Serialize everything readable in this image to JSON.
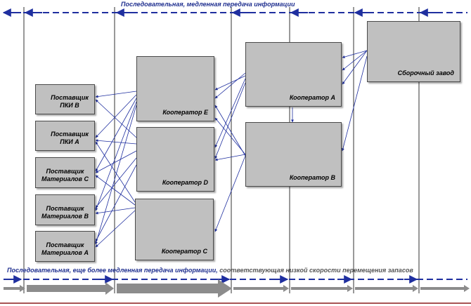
{
  "top_banner": "Последовательная,  медленная передача информации",
  "bottom_banner": {
    "part1": "Последовательная, еще более медленная передача информации,",
    "part2": " соответствующая  низкой скорости  перемещения запасов"
  },
  "boxes": {
    "supplier_pki_b": "Поставщик\nПКИ В",
    "supplier_pki_a": "Поставщик\nПКИ А",
    "supplier_mat_c": "Поставщик\nМатериалов С",
    "supplier_mat_b": "Поставщик\nМатериалов В",
    "supplier_mat_a": "Поставщик\nМатериалов А",
    "coop_e": "Кооператор  Е",
    "coop_d": "Кооператор  D",
    "coop_c": "Кооператор  С",
    "coop_a": "Кооператор  А",
    "coop_b": "Кооператор  В",
    "assembly": "Сборочный  завод"
  },
  "colors": {
    "arrow_blue": "#1f2f9f",
    "box_fill": "#c0c0c0",
    "flow_grey": "#8c8c8c",
    "bottom_line": "#8b1a1a"
  }
}
